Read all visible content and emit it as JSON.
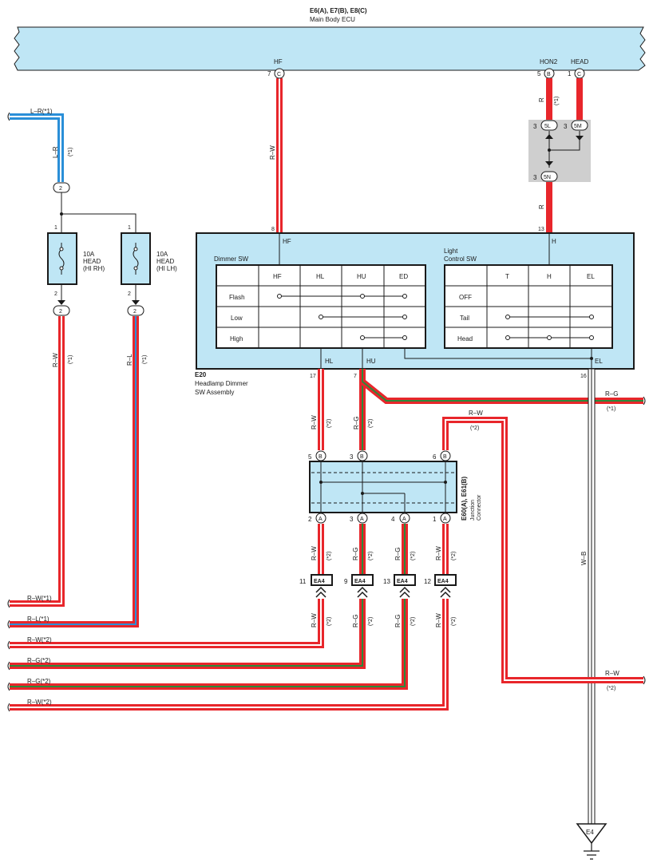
{
  "colors": {
    "wire_red": "#e8262b",
    "wire_blue": "#2a8fd8",
    "wire_green": "#2a8a3a",
    "ecu_fill": "#bfe6f5",
    "junction_fill": "#cfcfcf",
    "stroke": "#1a1a1a"
  },
  "ecu": {
    "title": "E6(A), E7(B), E8(C)",
    "subtitle": "Main Body ECU",
    "pins": [
      {
        "label": "HF",
        "num": "7",
        "conn": "C"
      },
      {
        "label": "HON2",
        "num": "5",
        "conn": "B"
      },
      {
        "label": "HEAD",
        "num": "1",
        "conn": "C"
      }
    ]
  },
  "junction_block": {
    "terminals": [
      {
        "num": "3",
        "id": "5L"
      },
      {
        "num": "3",
        "id": "5M"
      },
      {
        "num": "3",
        "id": "5N"
      }
    ]
  },
  "top_wires": {
    "hf_wire": "R–W",
    "hon2_wire": "R",
    "hon2_note": "(*1)",
    "junction_out": "R",
    "pin13": "13",
    "pin8": "8"
  },
  "left_feed": {
    "label": "L–R(*1)",
    "wire": "L–R",
    "note": "(*1)",
    "conn": "2"
  },
  "fuses": [
    {
      "top": "1",
      "bottom": "2",
      "amp": "10A",
      "name": "HEAD",
      "side": "(HI RH)",
      "conn": "2",
      "wire": "R–W",
      "note": "(*1)"
    },
    {
      "top": "1",
      "bottom": "2",
      "amp": "10A",
      "name": "HEAD",
      "side": "(HI LH)",
      "conn": "2",
      "wire": "R–L",
      "note": "(*1)"
    }
  ],
  "dimmer_assy": {
    "id": "E20",
    "name_line1": "Headlamp Dimmer",
    "name_line2": "SW Assembly",
    "hf": "HF",
    "h": "H",
    "hl": "HL",
    "hu": "HU",
    "el": "EL",
    "pin17": "17",
    "pin7": "7",
    "pin16": "16",
    "dimmer_title": "Dimmer SW",
    "dimmer_cols": [
      "HF",
      "HL",
      "HU",
      "ED"
    ],
    "dimmer_rows": [
      "Flash",
      "Low",
      "High"
    ],
    "light_title_1": "Light",
    "light_title_2": "Control SW",
    "light_cols": [
      "T",
      "H",
      "EL"
    ],
    "light_rows": [
      "OFF",
      "Tail",
      "Head"
    ]
  },
  "mid_wires": {
    "hl_wire": "R–W",
    "hu_wire": "R–G",
    "note2": "(*2)",
    "rg_right": "R–G",
    "rg_right_note": "(*1)",
    "rw_top": "R–W",
    "rw_top_note": "(*2)",
    "wb": "W–B"
  },
  "junction_connector": {
    "id": "E60(A), E61(B)",
    "name_line1": "Junction",
    "name_line2": "Connector",
    "top_pins": [
      {
        "num": "5",
        "conn": "B"
      },
      {
        "num": "3",
        "conn": "B"
      },
      {
        "num": "6",
        "conn": "B"
      }
    ],
    "bottom_pins": [
      {
        "num": "2",
        "conn": "A",
        "wire": "R–W"
      },
      {
        "num": "3",
        "conn": "A",
        "wire": "R–G"
      },
      {
        "num": "4",
        "conn": "A",
        "wire": "R–G"
      },
      {
        "num": "1",
        "conn": "A",
        "wire": "R–W"
      }
    ]
  },
  "ea4": [
    {
      "num": "11",
      "id": "EA4",
      "wire": "R–W",
      "note": "(*2)"
    },
    {
      "num": "9",
      "id": "EA4",
      "wire": "R–G",
      "note": "(*2)"
    },
    {
      "num": "13",
      "id": "EA4",
      "wire": "R–G",
      "note": "(*2)"
    },
    {
      "num": "12",
      "id": "EA4",
      "wire": "R–W",
      "note": "(*2)"
    }
  ],
  "left_outputs": [
    "R–W(*1)",
    "R–L(*1)",
    "R–W(*2)",
    "R–G(*2)",
    "R–G(*2)",
    "R–W(*2)"
  ],
  "right_outputs": [
    {
      "label": "R–W",
      "note": "(*2)"
    }
  ],
  "ground": "E4"
}
